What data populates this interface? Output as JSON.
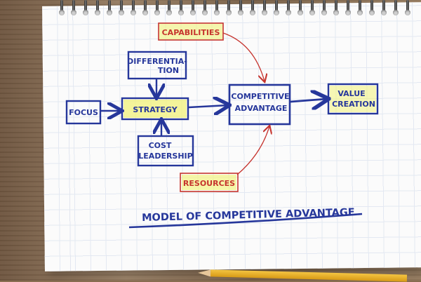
{
  "diagram": {
    "title": "MODEL OF COMPETITIVE ADVANTAGE",
    "nodes": {
      "capabilities": "CAPABILITIES",
      "differentiation_line1": "DIFFERENTIA-",
      "differentiation_line2": "TION",
      "focus": "FOCUS",
      "strategy": "STRATEGY",
      "cost_line1": "COST",
      "cost_line2": "LEADERSHIP",
      "competitive_line1": "COMPETITIVE",
      "competitive_line2": "ADVANTAGE",
      "value_line1": "VALUE",
      "value_line2": "CREATION",
      "resources": "RESOURCES"
    },
    "colors": {
      "ink_blue": "#26379b",
      "ink_red": "#c6342e",
      "highlight_yellow": "#f2f27a"
    }
  }
}
